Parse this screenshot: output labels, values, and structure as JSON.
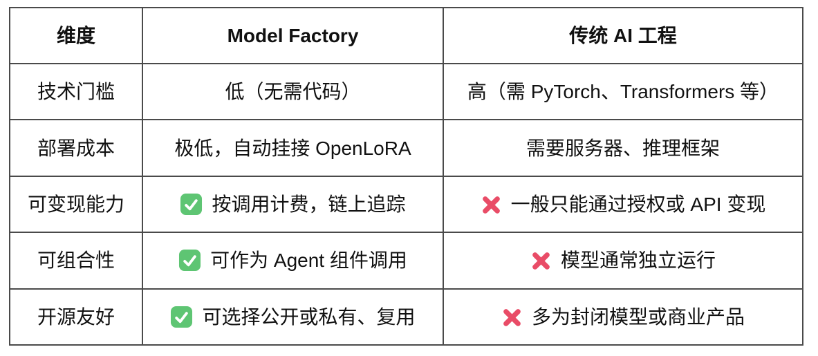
{
  "chart_data": {
    "type": "table",
    "title": "",
    "columns": [
      "维度",
      "Model Factory",
      "传统 AI 工程"
    ],
    "rows": [
      [
        "技术门槛",
        "低（无需代码）",
        "高（需 PyTorch、Transformers 等）"
      ],
      [
        "部署成本",
        "极低，自动挂接 OpenLoRA",
        "需要服务器、推理框架"
      ],
      [
        "可变现能力",
        "✅ 按调用计费，链上追踪",
        "❌ 一般只能通过授权或 API 变现"
      ],
      [
        "可组合性",
        "✅ 可作为 Agent 组件调用",
        "❌ 模型通常独立运行"
      ],
      [
        "开源友好",
        "✅ 可选择公开或私有、复用",
        "❌ 多为封闭模型或商业产品"
      ]
    ]
  },
  "table": {
    "columns": [
      {
        "label": "维度"
      },
      {
        "label": "Model Factory"
      },
      {
        "label": "传统 AI 工程"
      }
    ],
    "rows": [
      {
        "dimension": "技术门槛",
        "model_factory": {
          "icon": null,
          "text": "低（无需代码）"
        },
        "traditional": {
          "icon": null,
          "text": "高（需 PyTorch、Transformers 等）"
        }
      },
      {
        "dimension": "部署成本",
        "model_factory": {
          "icon": null,
          "text": "极低，自动挂接 OpenLoRA"
        },
        "traditional": {
          "icon": null,
          "text": "需要服务器、推理框架"
        }
      },
      {
        "dimension": "可变现能力",
        "model_factory": {
          "icon": "check",
          "text": "按调用计费，链上追踪"
        },
        "traditional": {
          "icon": "cross",
          "text": "一般只能通过授权或 API 变现"
        }
      },
      {
        "dimension": "可组合性",
        "model_factory": {
          "icon": "check",
          "text": "可作为 Agent 组件调用"
        },
        "traditional": {
          "icon": "cross",
          "text": "模型通常独立运行"
        }
      },
      {
        "dimension": "开源友好",
        "model_factory": {
          "icon": "check",
          "text": "可选择公开或私有、复用"
        },
        "traditional": {
          "icon": "cross",
          "text": "多为封闭模型或商业产品"
        }
      }
    ],
    "colors": {
      "check_green": "#5EC573",
      "cross_red": "#E94C67",
      "border": "#4a4a4a",
      "text": "#111111",
      "background": "#ffffff"
    },
    "icon_legend": {
      "check": "check-icon",
      "cross": "cross-icon"
    }
  }
}
